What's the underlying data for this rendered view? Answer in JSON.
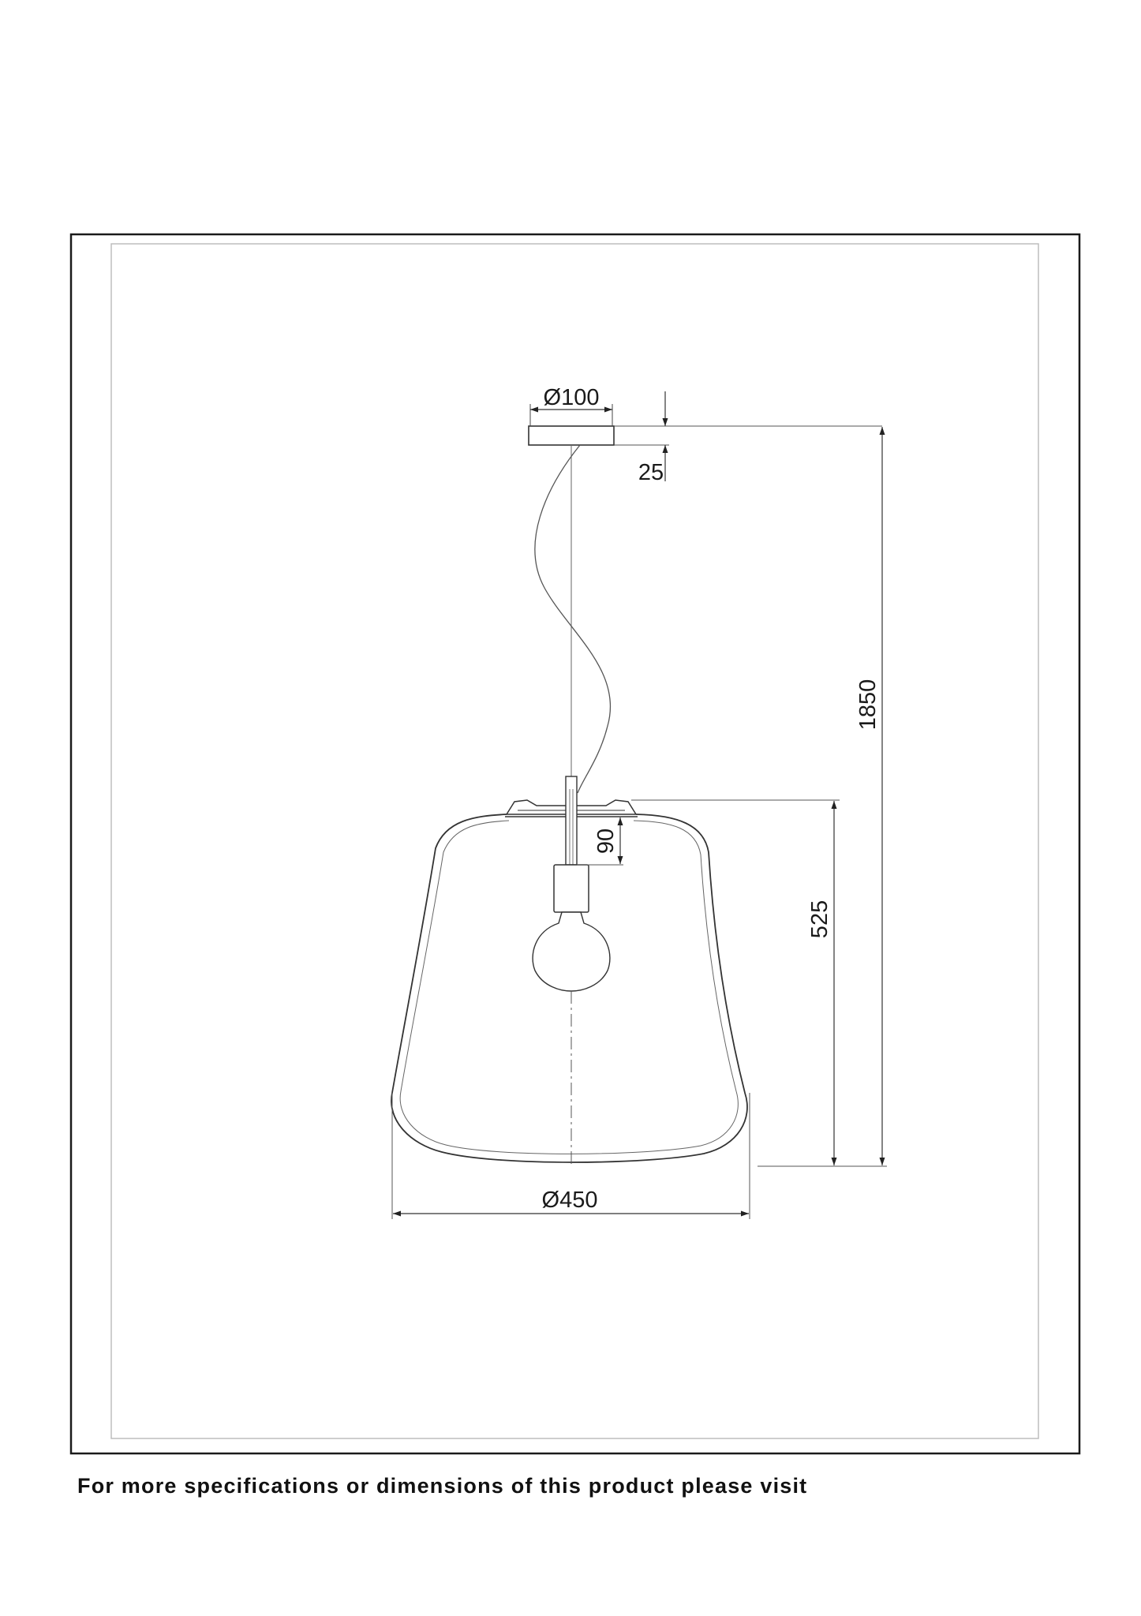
{
  "dimensions": {
    "canopy_diameter": "Ø100",
    "canopy_height": "25",
    "overall_height": "1850",
    "shade_height": "525",
    "socket_length": "90",
    "shade_diameter": "Ø450"
  },
  "footer": {
    "note": "For more specifications or dimensions of this product please visit"
  },
  "colors": {
    "line": "#333333",
    "thin_line": "#666666",
    "inner_frame": "#bdbdbd"
  }
}
